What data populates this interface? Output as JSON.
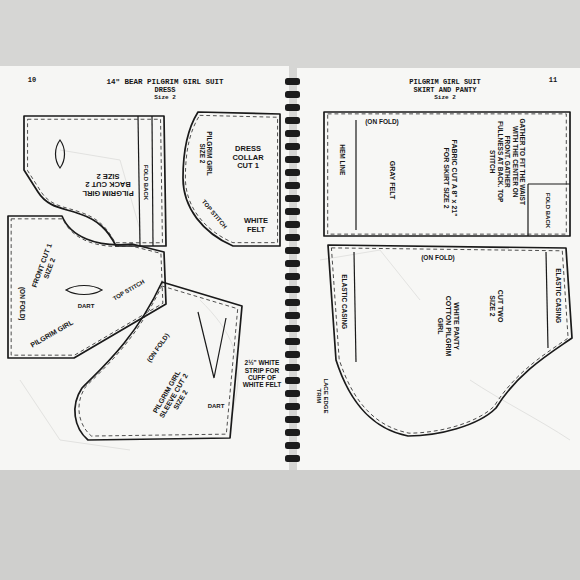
{
  "diagram": {
    "title": "14\" BEAR PILGRIM GIRL SUIT",
    "nodes": [
      {
        "text": [
          "PILGRIM GIRL BACK CUT 2 SIZE 2",
          "FOLD BACK"
        ]
      },
      {
        "text": [
          "PILGRIM GIRL SIZE 2",
          "DRESS COLLAR CUT 1",
          "WHITE FELT",
          "TOP STITCH"
        ]
      },
      {
        "text": [
          "FRONT CUT 1 SIZE 2",
          "DART",
          "(ON FOLD)",
          "PILGRIM GIRL",
          "TOP STITCH"
        ]
      },
      {
        "text": [
          "(ON FOLD)",
          "PILGRIM GIRL SLEEVE CUT 2 SIZE 2",
          "DART"
        ]
      },
      {
        "text": [
          "(ON FOLD)",
          "HEM LINE",
          "GRAY FELT",
          "FABRIC CUT A 8\" x 21\" FOR SKIRT SIZE 2",
          "GATHER TO FIT THE WAIST WITH THE CENTER ON FRONT. GATHER FULLNESS AT BACK. TOP STITCH",
          "FOLD BACK"
        ]
      },
      {
        "text": [
          "(ON FOLD)",
          "ELASTIC CASING",
          "ELASTIC CASING",
          "CUT TWO SIZE 2",
          "WHITE PANTY COTTON PILGRIM GIRL",
          "LACE EDGE TRIM"
        ]
      }
    ],
    "labels": [
      "10",
      "DRESS",
      "Size 2",
      "11",
      "PILGRIM GIRL SUIT",
      "SKIRT AND PANTY",
      "Size 2",
      "2½\" WHITE STRIP FOR CUFF OF WHITE FELT"
    ]
  }
}
